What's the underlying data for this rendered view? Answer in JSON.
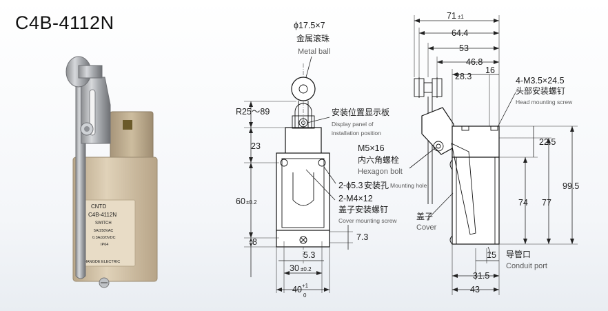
{
  "model": "C4B-4112N",
  "photo": {
    "brand": "CNTD",
    "model_text": "C4B-4112N",
    "switch_text": "SWITCH",
    "rating1": "5A/250VAC",
    "rating2": "0.3A/220VDC",
    "ip_text": "IP64",
    "maker": "CHANGDE ELECTRIC"
  },
  "front": {
    "ball_dim": "ϕ17.5×7",
    "ball_zh": "金属滚珠",
    "ball_en": "Metal ball",
    "radius": "R25～89",
    "display_zh": "安装位置显示板",
    "display_en1": "Display panel of",
    "display_en2": "installation position",
    "dim_23": "23",
    "dim_60": "60",
    "dim_60_tol": "±0.2",
    "dim_8": "8",
    "hole_dim": "2-ϕ5.3",
    "hole_zh": "安装孔",
    "hole_en": "Mounting hole",
    "screw_dim": "2-M4×12",
    "screw_zh": "盖子安装螺钉",
    "screw_en": "Cover mounting screw",
    "dim_7_3": "7.3",
    "dim_5_3": "5.3",
    "dim_30": "30",
    "dim_30_tol": "±0.2",
    "dim_40": "40",
    "dim_40_tol_up": "+1",
    "dim_40_tol_down": "0"
  },
  "side": {
    "dim_71": "71",
    "dim_71_tol": "±1",
    "dim_64_4": "64.4",
    "dim_53": "53",
    "dim_46_8": "46.8",
    "dim_28_3": "28.3",
    "dim_16": "16",
    "head_dim": "4-M3.5×24.5",
    "head_zh": "头部安装螺钉",
    "head_en": "Head mounting screw",
    "hex_dim": "M5×16",
    "hex_zh": "内六角螺栓",
    "hex_en": "Hexagon bolt",
    "dim_22_5": "22.5",
    "dim_99_5": "99.5",
    "dim_74": "74",
    "dim_77": "77",
    "cover_zh": "盖子",
    "cover_en": "Cover",
    "conduit_zh": "导管口",
    "conduit_en": "Conduit port",
    "dim_15": "15",
    "dim_31_5": "31.5",
    "dim_43": "43"
  }
}
